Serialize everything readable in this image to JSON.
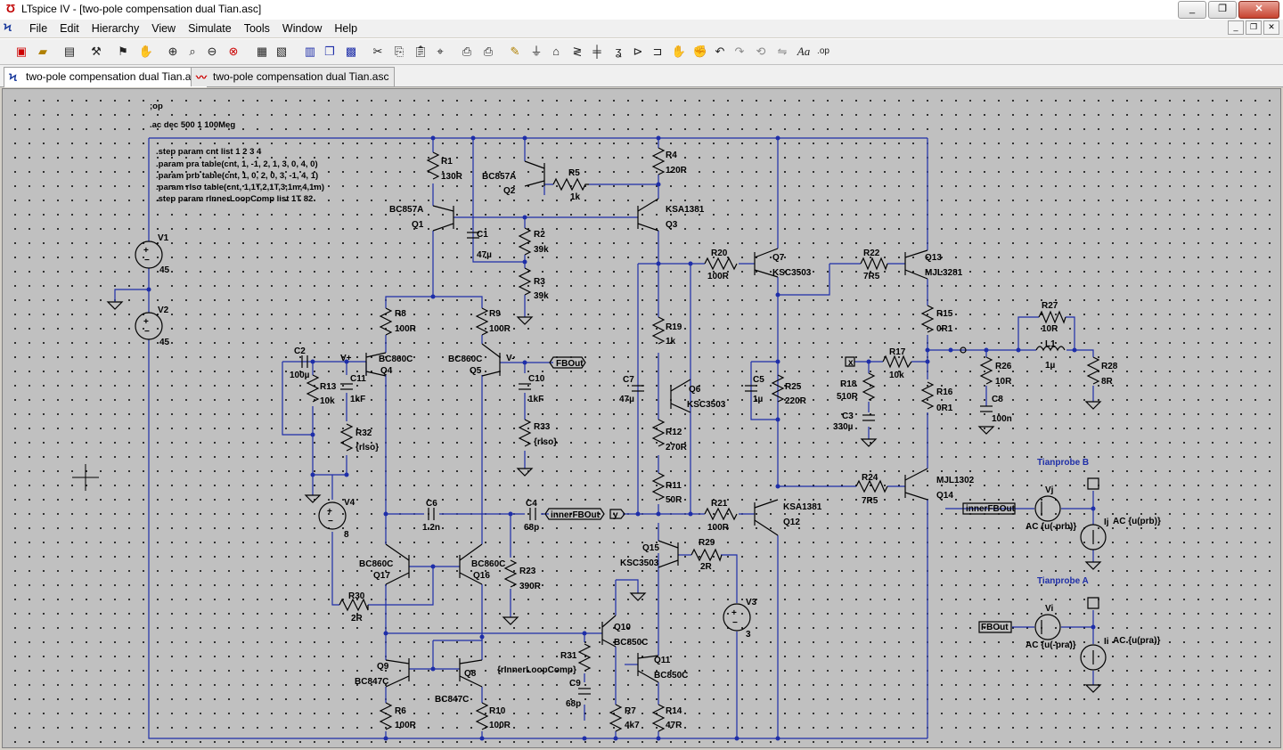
{
  "window": {
    "title": "LTspice IV - [two-pole compensation dual Tian.asc]",
    "minimize": "_",
    "restore": "❐",
    "close": "✕"
  },
  "menu": [
    "File",
    "Edit",
    "Hierarchy",
    "View",
    "Simulate",
    "Tools",
    "Window",
    "Help"
  ],
  "mdi_controls": [
    "_",
    "❐",
    "✕"
  ],
  "toolbar_icons": [
    "new-schematic-icon",
    "open-icon",
    "save-icon",
    "control-panel-icon",
    "run-icon",
    "pan-icon",
    "zoom-in-icon",
    "zoom-area-icon",
    "zoom-out-icon",
    "zoom-fit-icon",
    "autorange-icon",
    "plot-settings-icon",
    "tile-icon",
    "cascade-icon",
    "close-window-icon",
    "cut-icon",
    "copy-icon",
    "paste-icon",
    "find-icon",
    "print-icon",
    "print-preview-icon",
    "draw-wire-icon",
    "ground-icon",
    "label-net-icon",
    "resistor-icon",
    "capacitor-icon",
    "inductor-icon",
    "diode-icon",
    "component-icon",
    "move-icon",
    "drag-icon",
    "undo-icon",
    "redo-icon",
    "rotate-icon",
    "mirror-icon",
    "text-icon",
    "spice-directive-icon"
  ],
  "tabs": [
    {
      "label": "two-pole compensation dual Tian.asc",
      "icon": "schematic-icon",
      "active": true
    },
    {
      "label": "two-pole compensation dual Tian.asc",
      "icon": "waveform-icon",
      "active": false
    }
  ],
  "directives": [
    ";op",
    ".ac dec 500 1 100Meg",
    ".step param cnt list 1 2 3 4",
    ".param pra table(cnt,  1, -1, 2, 1, 3, 0, 4, 0)",
    ".param prb table(cnt,  1, 0, 2, 0, 3, -1, 4, 1)",
    ".param rlso table(cnt, 1,1T,2,1T,3,1m,4,1m)",
    ".step param rInnerLoopComp list 1T 82"
  ],
  "components": {
    "V1": [
      "V1",
      "45"
    ],
    "V2": [
      "V2",
      "45"
    ],
    "V3": [
      "V3",
      "3"
    ],
    "V4": [
      "V4",
      "8"
    ],
    "R1": [
      "R1",
      "130R"
    ],
    "R2": [
      "R2",
      "39k"
    ],
    "R3": [
      "R3",
      "39k"
    ],
    "R4": [
      "R4",
      "120R"
    ],
    "R5": [
      "R5",
      "1k"
    ],
    "R6": [
      "R6",
      "100R"
    ],
    "R7": [
      "R7",
      "4k7"
    ],
    "R8": [
      "R8",
      "100R"
    ],
    "R9": [
      "R9",
      "100R"
    ],
    "R10": [
      "R10",
      "100R"
    ],
    "R11": [
      "R11",
      "50R"
    ],
    "R12": [
      "R12",
      "270R"
    ],
    "R13": [
      "R13",
      "10k"
    ],
    "R14": [
      "R14",
      "47R"
    ],
    "R15": [
      "R15",
      "0R1"
    ],
    "R16": [
      "R16",
      "0R1"
    ],
    "R17": [
      "R17",
      "10k"
    ],
    "R18": [
      "R18",
      "510R"
    ],
    "R19": [
      "R19",
      "1k"
    ],
    "R20": [
      "R20",
      "100R"
    ],
    "R21": [
      "R21",
      "100R"
    ],
    "R22": [
      "R22",
      "7R5"
    ],
    "R23": [
      "R23",
      "390R"
    ],
    "R24": [
      "R24",
      "7R5"
    ],
    "R25": [
      "R25",
      "220R"
    ],
    "R26": [
      "R26",
      "10R"
    ],
    "R27": [
      "R27",
      "10R"
    ],
    "R28": [
      "R28",
      "8R"
    ],
    "R29": [
      "R29",
      "2R"
    ],
    "R30": [
      "R30",
      "2R"
    ],
    "R31": [
      "R31",
      "{rInnerLoopComp}"
    ],
    "R32": [
      "R32",
      "{rlso}"
    ],
    "R33": [
      "R33",
      "{rlso}"
    ],
    "C1": [
      "C1",
      "47µ"
    ],
    "C2": [
      "C2",
      "100µ"
    ],
    "C3": [
      "C3",
      "330µ"
    ],
    "C4": [
      "C4",
      "68p"
    ],
    "C5": [
      "C5",
      "1µ"
    ],
    "C6": [
      "C6",
      "1.2n"
    ],
    "C7": [
      "C7",
      "47µ"
    ],
    "C8": [
      "C8",
      "100n"
    ],
    "C9": [
      "C9",
      "68p"
    ],
    "C10": [
      "C10",
      "1kF"
    ],
    "C11": [
      "C11",
      "1kF"
    ],
    "L1": [
      "L1",
      "1µ"
    ],
    "Q1": [
      "Q1",
      "BC857A"
    ],
    "Q2": [
      "Q2",
      "BC857A"
    ],
    "Q3": [
      "Q3",
      "KSA1381"
    ],
    "Q4": [
      "Q4",
      "BC860C"
    ],
    "Q5": [
      "Q5",
      "BC860C"
    ],
    "Q6": [
      "Q6",
      "KSC3503"
    ],
    "Q7": [
      "Q7",
      "KSC3503"
    ],
    "Q8": [
      "Q8",
      "BC847C"
    ],
    "Q9": [
      "Q9",
      "BC847C"
    ],
    "Q10": [
      "Q10",
      "BC850C"
    ],
    "Q11": [
      "Q11",
      "BC850C"
    ],
    "Q12": [
      "Q12",
      "KSA1381"
    ],
    "Q13": [
      "Q13",
      "MJL3281"
    ],
    "Q14": [
      "Q14",
      "MJL1302"
    ],
    "Q15": [
      "Q15",
      "KSC3503"
    ],
    "Q16": [
      "Q16",
      "BC860C"
    ],
    "Q17": [
      "Q17",
      "BC860C"
    ]
  },
  "nets": {
    "vplus": "V+",
    "vminus": "V-",
    "fbout": "FBOut",
    "innerfbout": "innerFBOut",
    "y": "y",
    "x": "x"
  },
  "probes": {
    "b": {
      "title": "Tianprobe B",
      "vsrc": "Vj",
      "isrc": "Ij",
      "vac": "AC {u(-prb)}",
      "iac": "AC {u(prb)}",
      "in": "innerFBOut"
    },
    "a": {
      "title": "Tianprobe A",
      "vsrc": "Vi",
      "isrc": "Ii",
      "vac": "AC {u(-pra)}",
      "iac": "AC {u(pra)}",
      "in": "FBOut"
    }
  },
  "colors": {
    "wire": "#1e2ea8",
    "component": "#000000",
    "background": "#c0c0c0",
    "probe_title": "#1e2ea8"
  }
}
